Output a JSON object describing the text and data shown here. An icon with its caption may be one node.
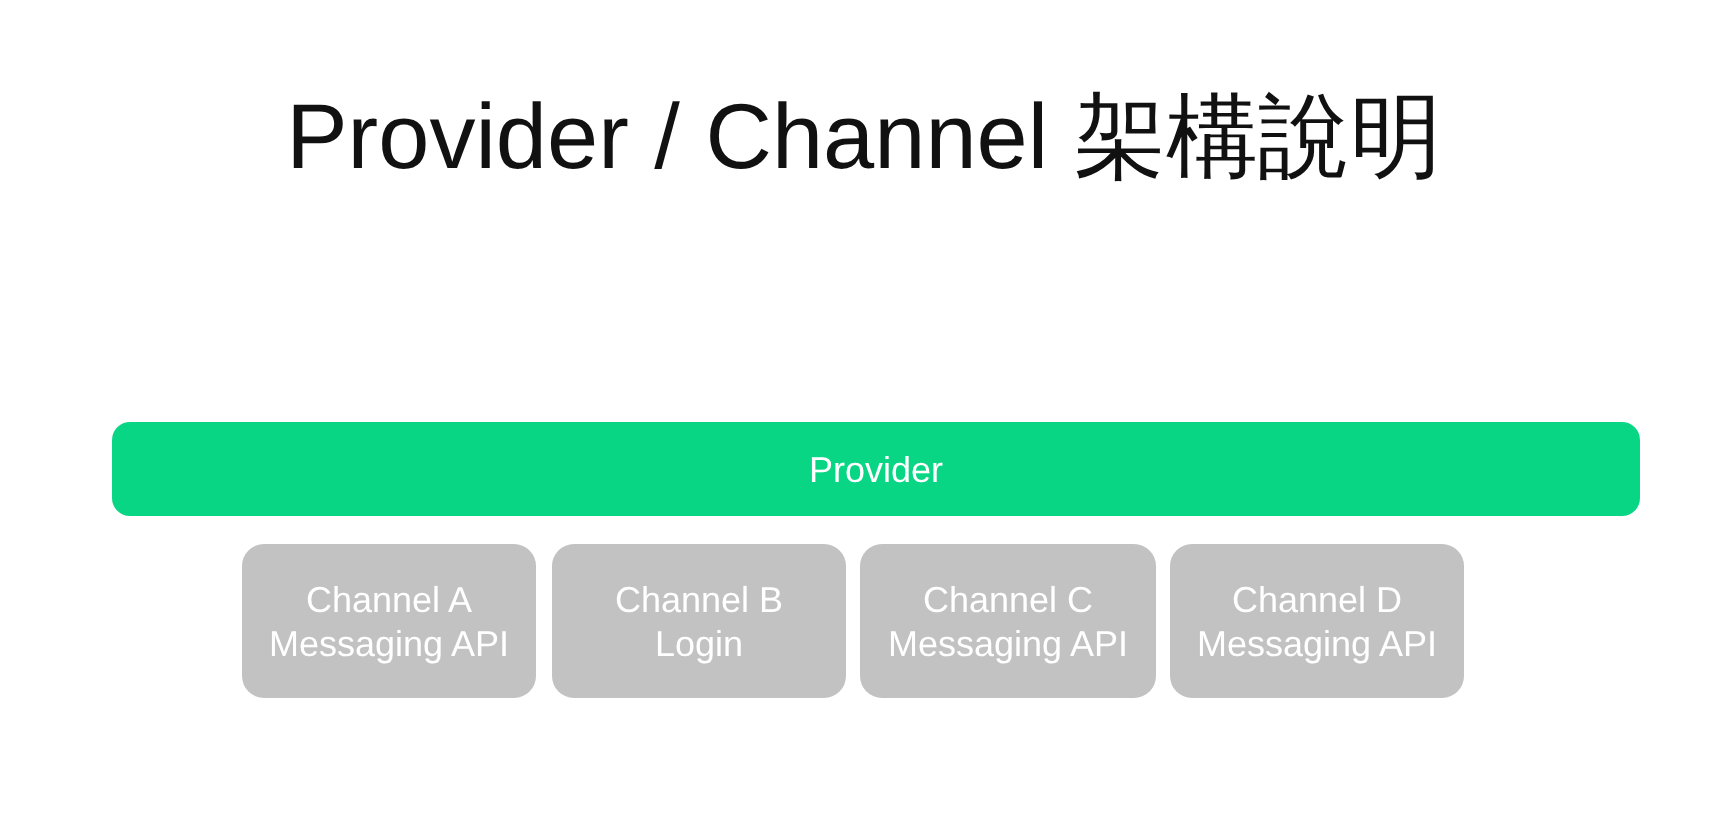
{
  "diagram": {
    "title": "Provider / Channel 架構說明",
    "nodes": [
      {
        "text": [
          "Provider"
        ]
      },
      {
        "text": [
          "Channel A",
          "Messaging API"
        ]
      },
      {
        "text": [
          "Channel B",
          "Login"
        ]
      },
      {
        "text": [
          "Channel C",
          "Messaging API"
        ]
      },
      {
        "text": [
          "Channel D",
          "Messaging API"
        ]
      }
    ],
    "edges": []
  }
}
